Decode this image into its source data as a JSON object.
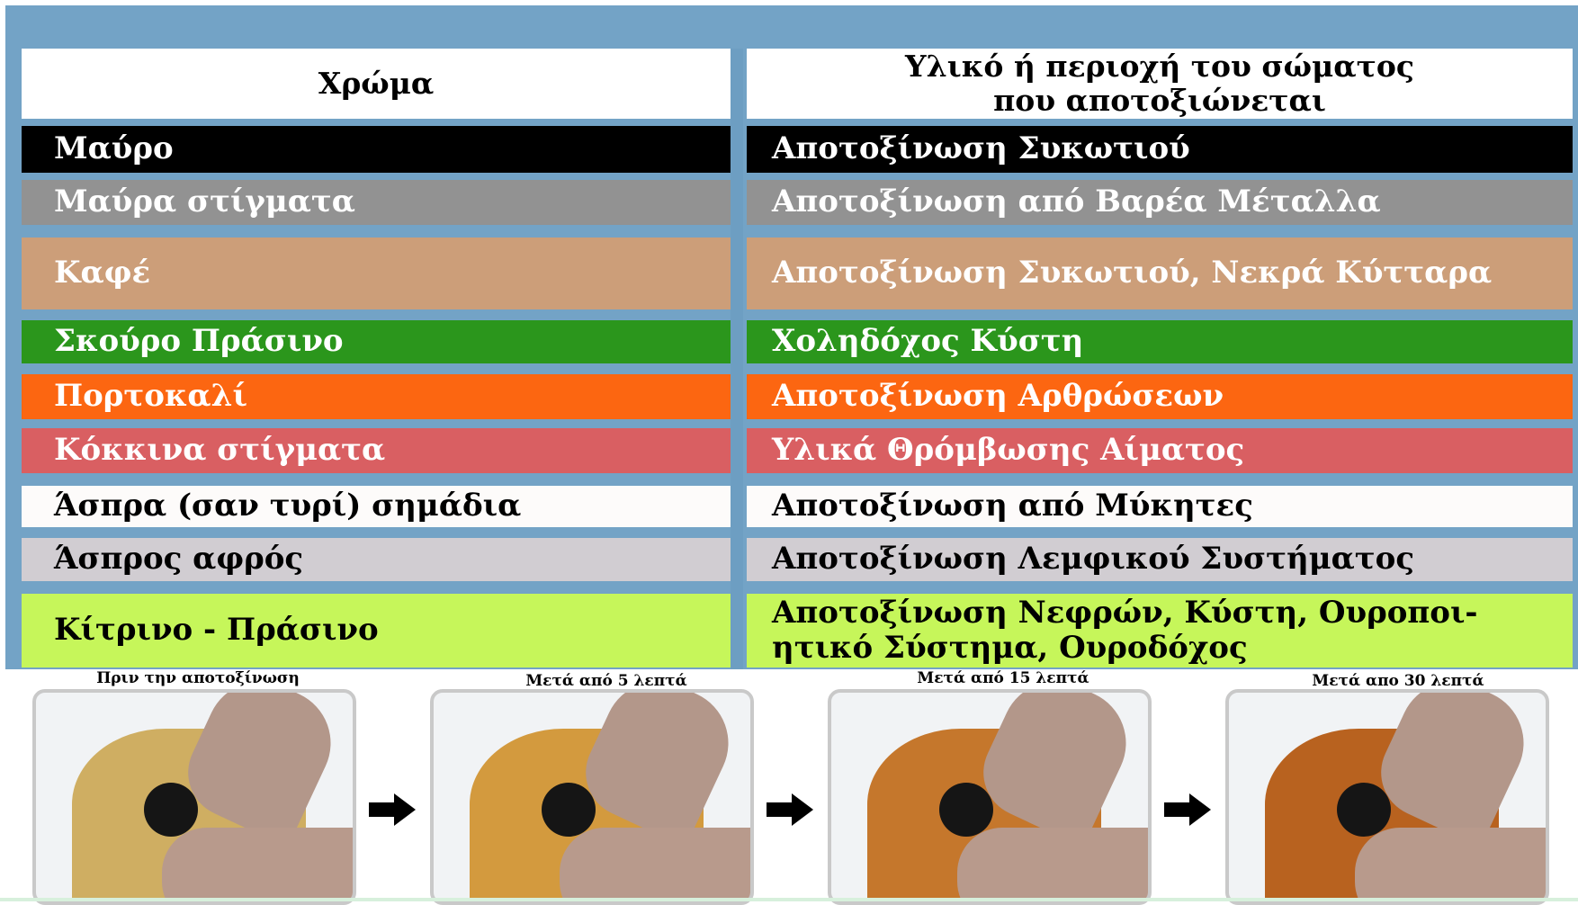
{
  "header": {
    "col_color": "Χρώμα",
    "col_material_line1": "Υλικό ή περιοχή του σώματος",
    "col_material_line2": "που αποτοξιώνεται"
  },
  "rows": [
    {
      "color_label": "Μαύρο",
      "material": "Αποτοξίνωση Συκωτιού",
      "bg": "#000000",
      "text_color": "#ffffff"
    },
    {
      "color_label": "Μαύρα στίγματα",
      "material": "Αποτοξίνωση από Βαρέα Μέταλλα",
      "bg": "#929292",
      "text_color": "#ffffff"
    },
    {
      "color_label": "Καφέ",
      "material": "Αποτοξίνωση Συκωτιού, Νεκρά Κύτταρα",
      "bg": "#cc9e79",
      "text_color": "#ffffff"
    },
    {
      "color_label": "Σκούρο Πράσινο",
      "material": "Χοληδόχος Κύστη",
      "bg": "#2b961c",
      "text_color": "#ffffff"
    },
    {
      "color_label": "Πορτοκαλί",
      "material": "Αποτοξίνωση Αρθρώσεων",
      "bg": "#fc6611",
      "text_color": "#ffffff"
    },
    {
      "color_label": "Κόκκινα στίγματα",
      "material": "Υλικά Θρόμβωσης Αίματος",
      "bg": "#d95f62",
      "text_color": "#ffffff"
    },
    {
      "color_label": "Άσπρα (σαν τυρί) σημάδια",
      "material": "Αποτοξίνωση από Μύκητες",
      "bg": "#fdfbfa",
      "text_color": "#000000"
    },
    {
      "color_label": "Άσπρος αφρός",
      "material": "Αποτοξίνωση Λεμφικού Συστήματος",
      "bg": "#d1cdd2",
      "text_color": "#000000"
    },
    {
      "color_label": "Κίτρινο - Πράσινο",
      "material": "Αποτοξίνωση Νεφρών, Κύστη, Ουροποι-",
      "material_line2": "ητικό Σύστημα, Ουροδόχος",
      "bg": "#c6f65a",
      "text_color": "#000000"
    }
  ],
  "photos": [
    {
      "caption": "Πριν την αποτοξίνωση",
      "water": "#cfae62"
    },
    {
      "caption": "Μετά από 5 λεπτά",
      "water": "#d39a3e"
    },
    {
      "caption": "Μετά από 15 λεπτά",
      "water": "#c5772c"
    },
    {
      "caption": "Μετά απο 30 λεπτά",
      "water": "#b8621f"
    }
  ],
  "colors": {
    "frame_blue": "#73a3c6"
  }
}
